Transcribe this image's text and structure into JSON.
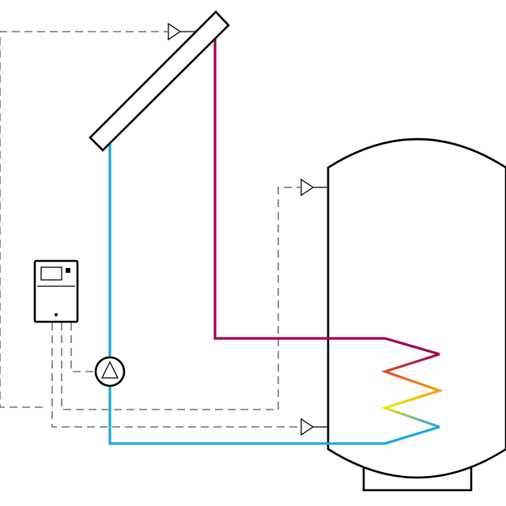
{
  "diagram": {
    "components": {
      "collector": "solar-collector",
      "tank": "storage-tank",
      "controller": "solar-controller",
      "pump": "circulation-pump",
      "sensors": [
        "collector-temperature-sensor",
        "tank-top-temperature-sensor",
        "tank-bottom-temperature-sensor"
      ]
    },
    "colors": {
      "outline": "#000000",
      "hot_pipe": "#a3004f",
      "cold_pipe": "#1aa7e0",
      "sensor_wire": "#555555",
      "coil_hot": "#a3004f",
      "coil_orange": "#f07a1a",
      "coil_yellow": "#f2e600",
      "coil_cold": "#1aa7e0",
      "background": "#ffffff"
    }
  }
}
